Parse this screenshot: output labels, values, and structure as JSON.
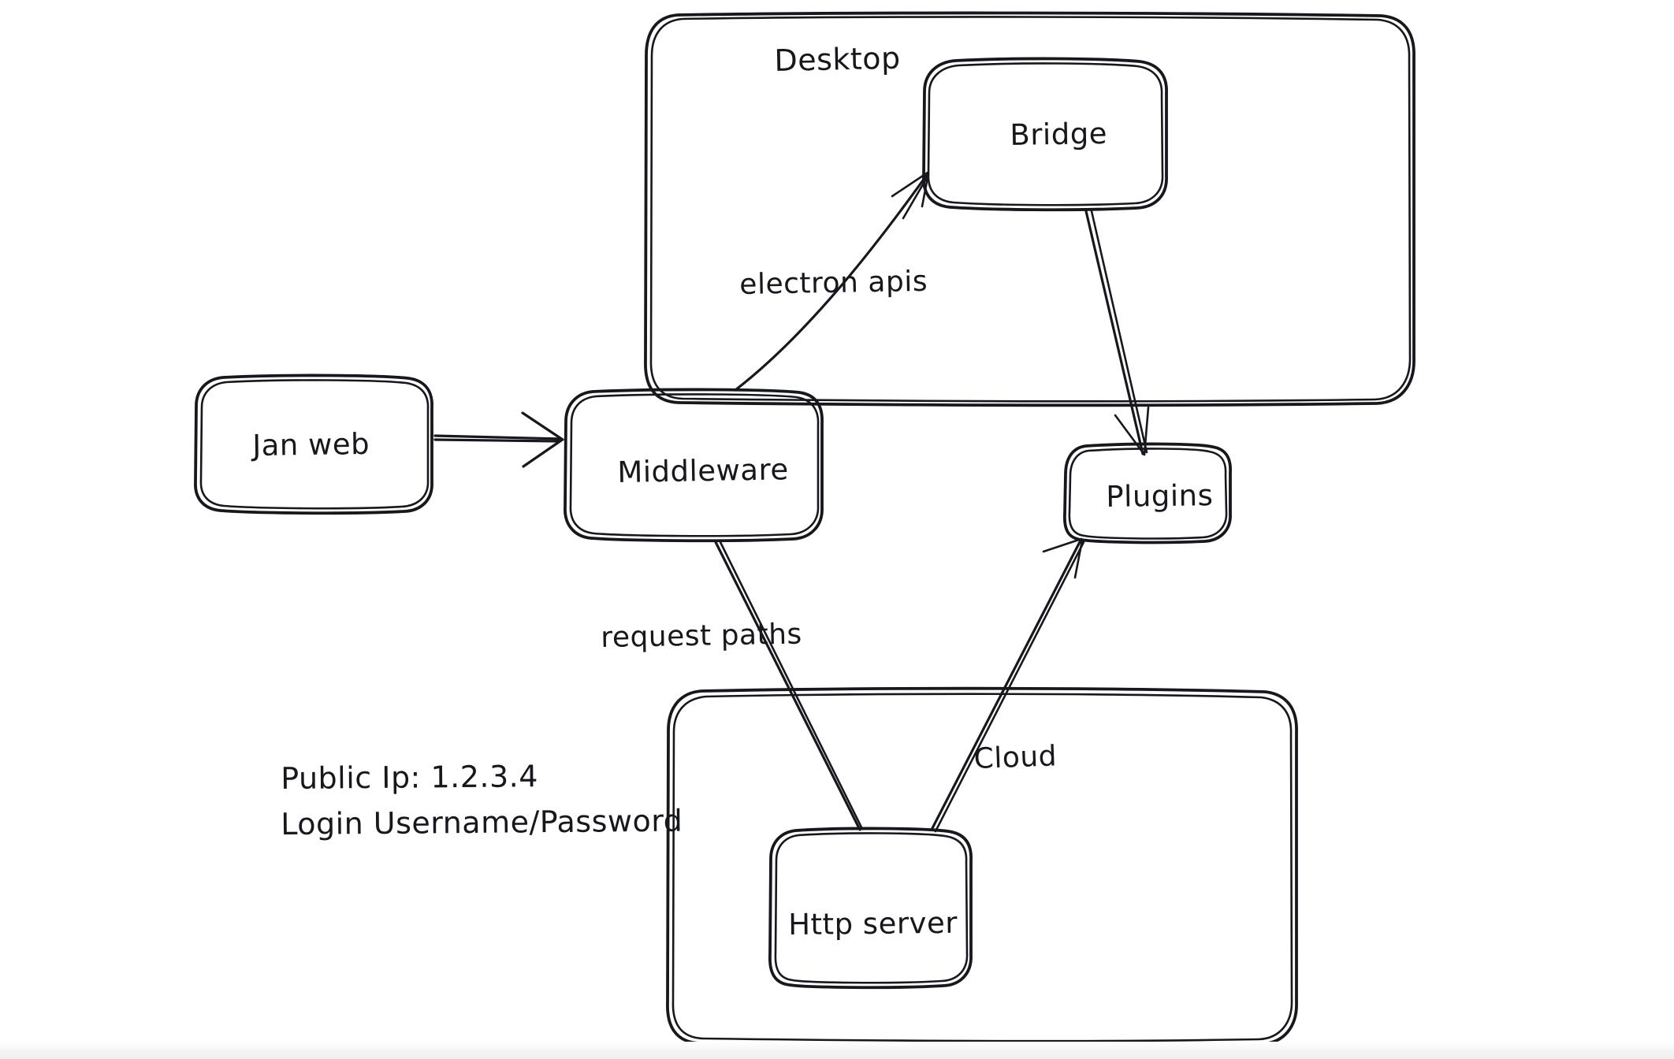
{
  "diagram": {
    "title": "Jan architecture sketch",
    "style": "hand-drawn whiteboard",
    "stroke_color": "#16181d",
    "background_color": "#ffffff",
    "groups": [
      {
        "id": "desktop",
        "label": "Desktop"
      },
      {
        "id": "cloud",
        "label": ""
      }
    ],
    "nodes": [
      {
        "id": "jan-web",
        "label": "Jan web"
      },
      {
        "id": "middleware",
        "label": "Middleware"
      },
      {
        "id": "bridge",
        "label": "Bridge"
      },
      {
        "id": "plugins",
        "label": "Plugins"
      },
      {
        "id": "http-server",
        "label": "Http server"
      }
    ],
    "edges": [
      {
        "id": "janweb-middleware",
        "from": "Jan web",
        "to": "Middleware",
        "label": ""
      },
      {
        "id": "middleware-bridge",
        "from": "Middleware",
        "to": "Bridge",
        "label": "electron apis"
      },
      {
        "id": "bridge-plugins",
        "from": "Bridge",
        "to": "Plugins",
        "label": ""
      },
      {
        "id": "middleware-httpserver",
        "from": "Middleware",
        "to": "Http server",
        "label": "request paths"
      },
      {
        "id": "httpserver-plugins",
        "from": "Http server",
        "to": "Plugins",
        "label": "Cloud"
      }
    ],
    "notes": {
      "public_ip": "Public Ip: 1.2.3.4",
      "login": "Login Username/Password"
    }
  }
}
